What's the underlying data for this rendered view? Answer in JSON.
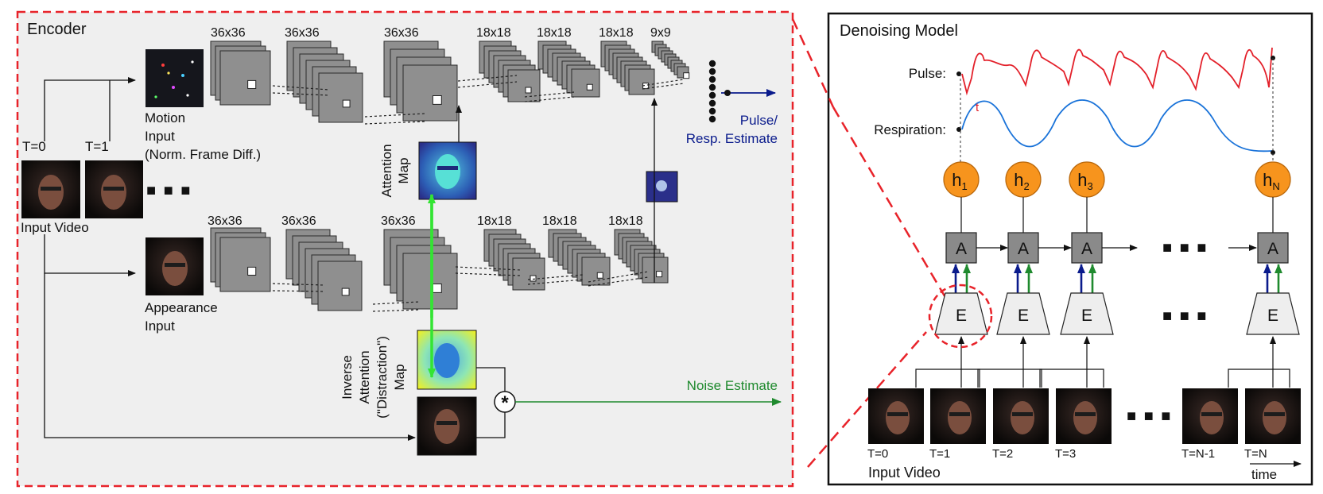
{
  "encoder": {
    "title": "Encoder",
    "motion_input_label": [
      "Motion",
      "Input",
      "(Norm. Frame Diff.)"
    ],
    "appearance_input_label": [
      "Appearance",
      "Input"
    ],
    "input_video_label": "Input Video",
    "frame_labels": [
      "T=0",
      "T=1"
    ],
    "ellipsis": "■ ■ ■",
    "motion_stage_sizes": [
      "36x36",
      "36x36",
      "36x36",
      "18x18",
      "18x18",
      "18x18",
      "9x9"
    ],
    "appearance_stage_sizes": [
      "36x36",
      "36x36",
      "36x36",
      "18x18",
      "18x18",
      "18x18"
    ],
    "attention_map_label": [
      "Attention",
      "Map"
    ],
    "inverse_attention_label": [
      "Inverse",
      "Attention",
      "(\"Distraction\")",
      "Map"
    ],
    "pulse_output_label": [
      "Pulse/",
      "Resp. Estimate"
    ],
    "noise_output_label": "Noise Estimate",
    "multiply_symbol": "*"
  },
  "denoising": {
    "title": "Denoising Model",
    "pulse_label": "Pulse:",
    "respiration_label": "Respiration:",
    "t_marker": "t",
    "hidden_states": [
      {
        "base": "h",
        "sub": "1"
      },
      {
        "base": "h",
        "sub": "2"
      },
      {
        "base": "h",
        "sub": "3"
      },
      {
        "base": "h",
        "sub": "N"
      }
    ],
    "attention_block_label": "A",
    "encoder_block_label": "E",
    "ellipsis": "■ ■ ■",
    "frame_labels": [
      "T=0",
      "T=1",
      "T=2",
      "T=3",
      "T=N-1",
      "T=N"
    ],
    "input_video_label": "Input Video",
    "time_axis_label": "time"
  },
  "colors": {
    "dashed_red": "#e8232a",
    "panel_bg": "#efefef",
    "feature_map": "#8f8f8f",
    "pulse_line": "#e3202a",
    "respiration_line": "#1a73d9",
    "hidden_state": "#f7941d",
    "attention_block": "#8a8a8a",
    "green_arrow": "#1f8a2e",
    "bright_green": "#33e533",
    "navy_arrow": "#0a1b8c"
  }
}
